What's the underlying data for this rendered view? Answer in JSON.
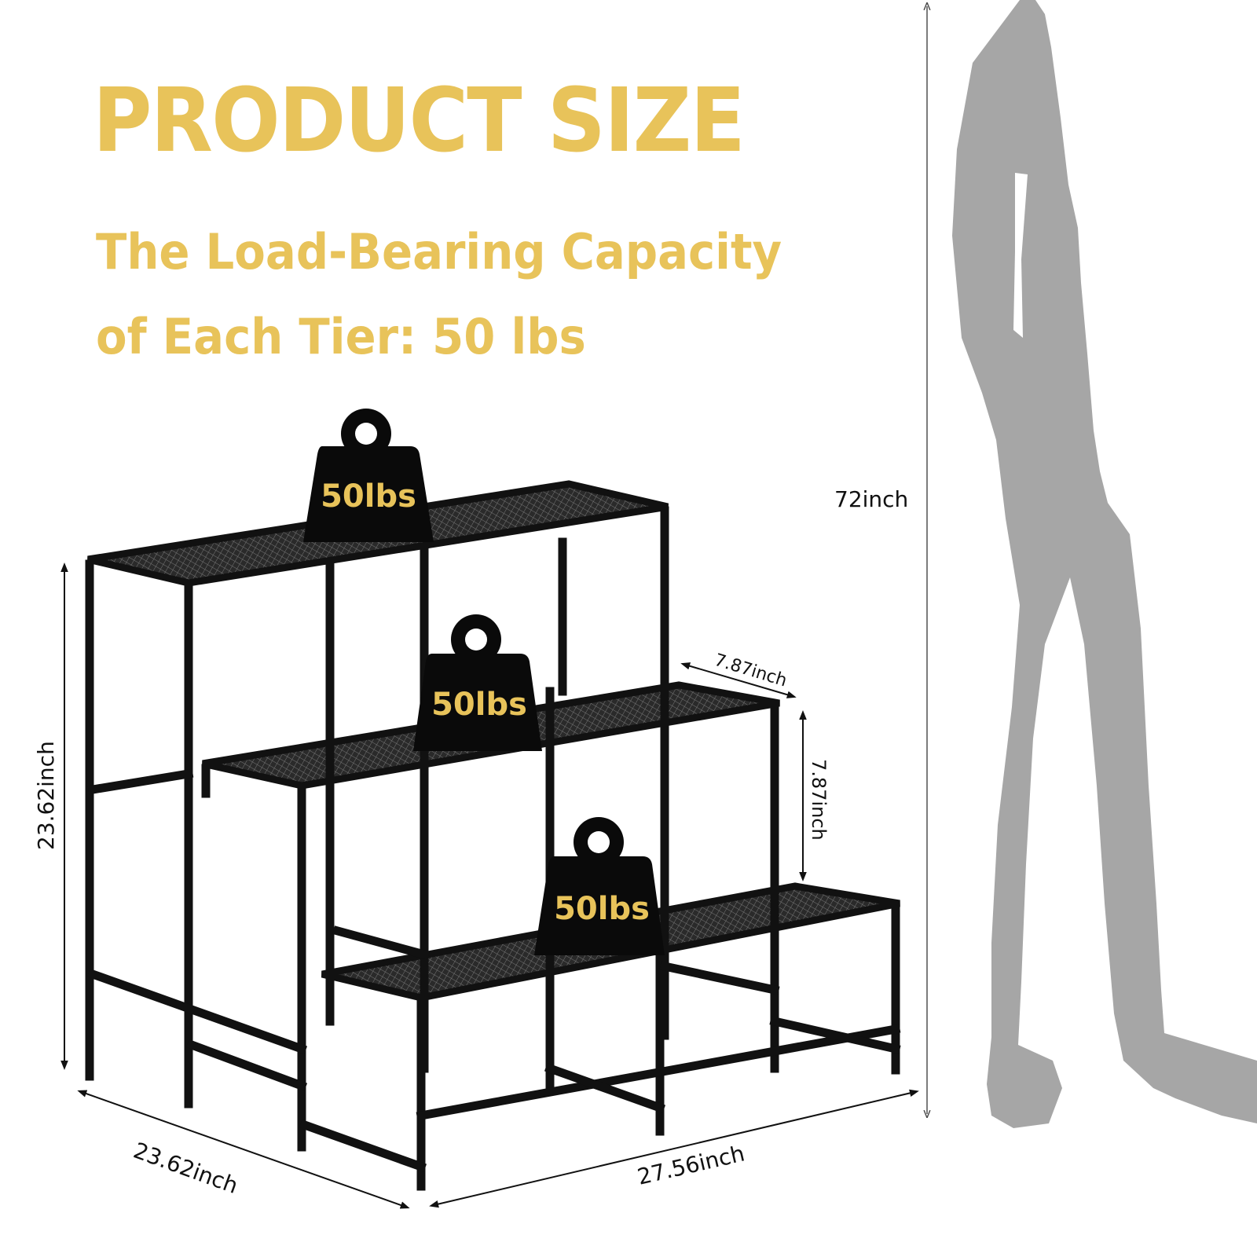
{
  "heading": {
    "title": "PRODUCT SIZE",
    "subtitle_line1": "The Load-Bearing Capacity",
    "subtitle_line2": "of Each Tier: 50 lbs"
  },
  "weights": [
    {
      "label": "50lbs"
    },
    {
      "label": "50lbs"
    },
    {
      "label": "50lbs"
    }
  ],
  "dimensions": {
    "height": "23.62inch",
    "depth": "23.62inch",
    "width": "27.56inch",
    "tier_depth": "7.87inch",
    "tier_height": "7.87inch",
    "person_height": "72inch"
  },
  "colors": {
    "accent": "#e8c35a",
    "frame": "#111111",
    "silhouette": "#a6a6a6",
    "weight_fill": "#0a0a0a",
    "weight_text": "#e8c35a"
  },
  "icons": [
    "weight-icon",
    "person-silhouette",
    "plant-stand"
  ]
}
